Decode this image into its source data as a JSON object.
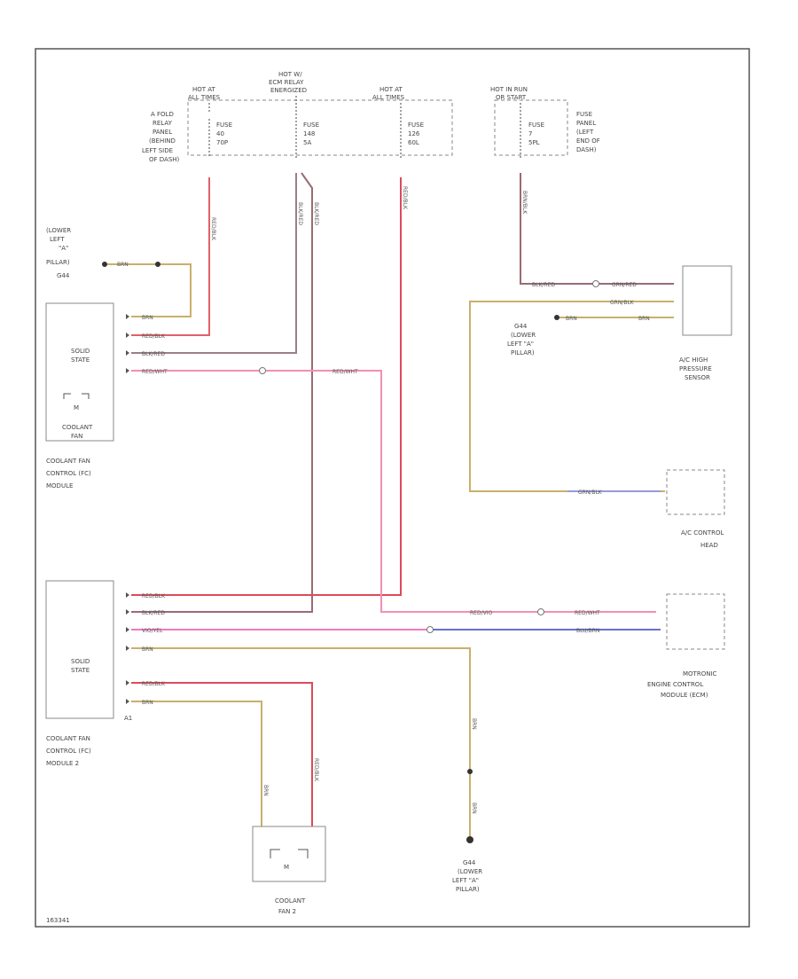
{
  "sources": {
    "hot_at_all_times_a": [
      "HOT AT",
      "ALL TIMES"
    ],
    "hot_in_ecm_relay": [
      "HOT W/",
      "ECM RELAY",
      "ENERGIZED"
    ],
    "hot_at_all_times_b": [
      "HOT AT",
      "ALL TIMES"
    ],
    "hot_in_run": [
      "HOT IN RUN",
      "OR START"
    ]
  },
  "fuse_box_a_label": [
    "A FOLD",
    "RELAY",
    "PANEL",
    "(BEHIND",
    "LEFT SIDE",
    "OF DASH)"
  ],
  "fuse_box_b_label": [
    "FUSE",
    "PANEL",
    "(LEFT",
    "END OF",
    "DASH)"
  ],
  "fuses": {
    "f1": [
      "FUSE",
      "40",
      "70P"
    ],
    "f2": [
      "FUSE",
      "148",
      "5A"
    ],
    "f3": [
      "FUSE",
      "126",
      "60L"
    ],
    "f4": [
      "FUSE",
      "7",
      "5PL"
    ]
  },
  "grounds": {
    "g_top": [
      "(LOWER",
      "LEFT",
      "\"A\"",
      "PILLAR)",
      "G44"
    ],
    "g_mid": [
      "G44",
      "(LOWER",
      "LEFT \"A\"",
      "PILLAR)"
    ],
    "g_bottom": [
      "G44",
      "(LOWER",
      "LEFT \"A\"",
      "PILLAR)"
    ]
  },
  "modules": {
    "fc1": {
      "inner": [
        "SOLID",
        "STATE"
      ],
      "fan": [
        "COOLANT",
        "FAN"
      ],
      "label": [
        "COOLANT FAN",
        "CONTROL (FC)",
        "MODULE"
      ]
    },
    "fc2": {
      "inner": [
        "SOLID",
        "STATE"
      ],
      "connector": "A1",
      "label": [
        "COOLANT FAN",
        "CONTROL (FC)",
        "MODULE 2"
      ]
    },
    "ac_sensor": [
      "A/C HIGH",
      "PRESSURE",
      "SENSOR"
    ],
    "ac_head": [
      "A/C CONTROL",
      "HEAD"
    ],
    "ecm": [
      "MOTRONIC",
      "ENGINE CONTROL",
      "MODULE (ECM)"
    ],
    "fan2": [
      "COOLANT",
      "FAN 2"
    ]
  },
  "motor_symbol": "M",
  "wires": {
    "brn": "BRN",
    "red_blk": "RED/BLK",
    "blk_red": "BLK/RED",
    "red_wht": "RED/WHT",
    "red_vio": "RED/VIO",
    "grn_red": "GRN/RED",
    "grn_blk": "GRN/BLK",
    "vio_yel": "VIO/YEL",
    "blu_brn": "BLU/BRN",
    "brn_blk": "BRN/BLK"
  },
  "figure_id": "163341"
}
